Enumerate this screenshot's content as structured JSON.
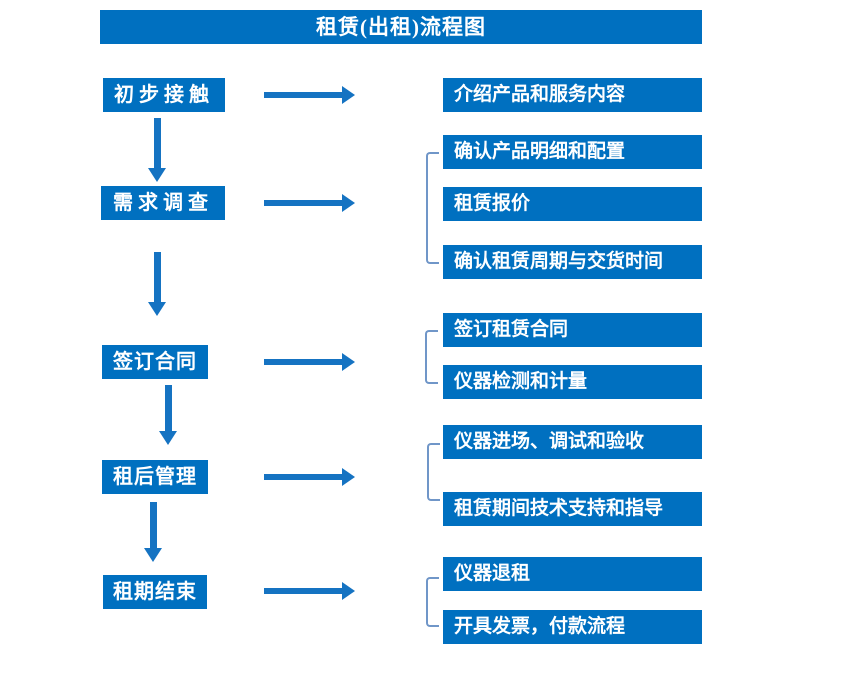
{
  "title": "租赁(出租)流程图",
  "colors": {
    "box_blue": "#0070C0",
    "arrow_blue": "#1573C2",
    "bracket_blue": "#7096C8",
    "text_white": "#ffffff"
  },
  "steps": [
    {
      "label": "初步接触",
      "outputs": [
        "介绍产品和服务内容"
      ]
    },
    {
      "label": "需求调查",
      "outputs": [
        "确认产品明细和配置",
        "租赁报价",
        "确认租赁周期与交货时间"
      ]
    },
    {
      "label": "签订合同",
      "outputs": [
        "签订租赁合同",
        "仪器检测和计量"
      ]
    },
    {
      "label": "租后管理",
      "outputs": [
        "仪器进场、调试和验收",
        "租赁期间技术支持和指导"
      ]
    },
    {
      "label": "租期结束",
      "outputs": [
        "仪器退租",
        "开具发票，付款流程"
      ]
    }
  ]
}
